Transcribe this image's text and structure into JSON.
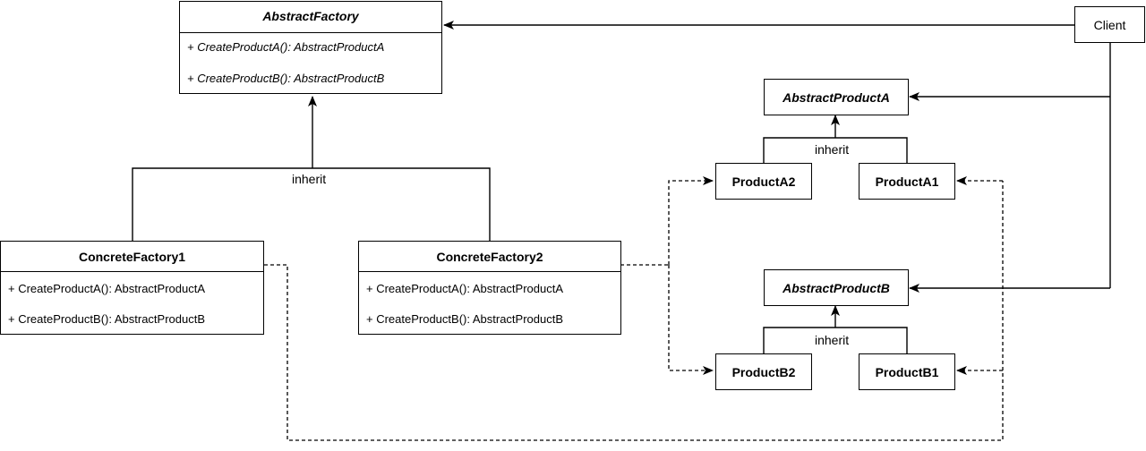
{
  "abstract_factory": {
    "name": "AbstractFactory",
    "methods": [
      "+ CreateProductA(): AbstractProductA",
      "+ CreateProductB(): AbstractProductB"
    ]
  },
  "concrete_factory_1": {
    "name": "ConcreteFactory1",
    "methods": [
      "+ CreateProductA(): AbstractProductA",
      "+ CreateProductB(): AbstractProductB"
    ]
  },
  "concrete_factory_2": {
    "name": "ConcreteFactory2",
    "methods": [
      "+ CreateProductA(): AbstractProductA",
      "+ CreateProductB(): AbstractProductB"
    ]
  },
  "client": {
    "name": "Client"
  },
  "abstract_product_a": {
    "name": "AbstractProductA"
  },
  "abstract_product_b": {
    "name": "AbstractProductB"
  },
  "product_a2": {
    "name": "ProductA2"
  },
  "product_a1": {
    "name": "ProductA1"
  },
  "product_b2": {
    "name": "ProductB2"
  },
  "product_b1": {
    "name": "ProductB1"
  },
  "edge_labels": {
    "factories_inherit": "inherit",
    "products_a_inherit": "inherit",
    "products_b_inherit": "inherit"
  }
}
